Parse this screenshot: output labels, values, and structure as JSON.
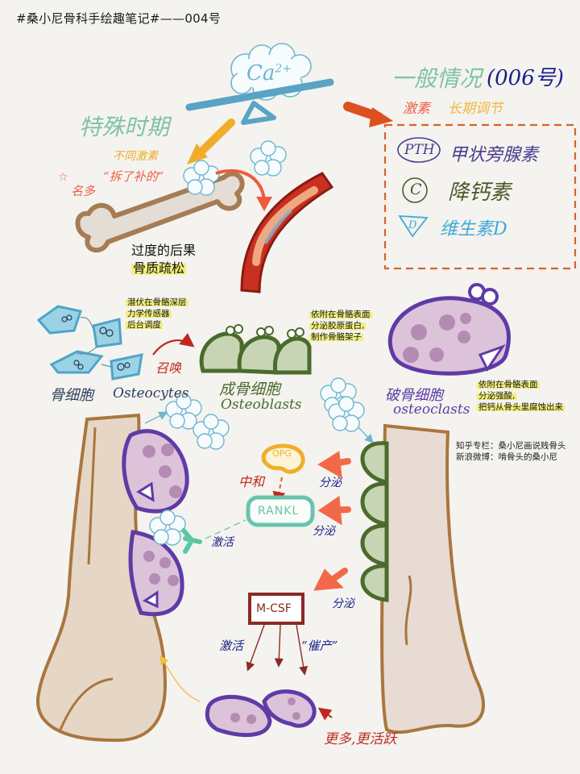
{
  "header": {
    "title": "#桑小尼骨科手绘趣笔记#——004号"
  },
  "balance": {
    "ion_label": "Ca",
    "ion_charge": "2+",
    "colors": {
      "scale": "#5aa3c4",
      "ion_outline": "#6fb6cf"
    }
  },
  "general_case": {
    "heading": "一般情况",
    "ref": "(006号)",
    "sub_hormone": "激素",
    "sub_regulation": "长期调节",
    "hormones": [
      {
        "symbol": "PTH",
        "name": "甲状旁腺素",
        "color": "#4b3c8f"
      },
      {
        "symbol": "C",
        "name": "降钙素",
        "color": "#4f5a2a"
      },
      {
        "symbol": "D",
        "name": "维生素D",
        "color": "#3fa9d8"
      }
    ],
    "box_color": "#d9622b"
  },
  "special_period": {
    "heading": "特殊时期",
    "hormone_note": "不同激素",
    "tear_down": "“拆了补的”",
    "many": "名多",
    "consequence_line1": "过度的后果",
    "consequence_line2": "骨质疏松"
  },
  "osteocytes": {
    "notes": [
      "潜伏在骨骼深层",
      "力学传感器",
      "后台调度"
    ],
    "label_cn": "骨细胞",
    "label_en": "Osteocytes",
    "summon": "召唤"
  },
  "osteoblasts": {
    "notes": [
      "依附在骨骼表面",
      "分泌胶原蛋白,",
      "制作骨骼架子"
    ],
    "label_cn": "成骨细胞",
    "label_en": "Osteoblasts"
  },
  "osteoclasts": {
    "notes": [
      "依附在骨骼表面",
      "分泌强酸,",
      "把钙从骨头里腐蚀出来"
    ],
    "label_cn": "破骨细胞",
    "label_en": "osteoclasts"
  },
  "signaling": {
    "opg": "OPG",
    "rankl": "RANKL",
    "mcsf": "M-CSF",
    "neutralize": "中和",
    "secrete_1": "分泌",
    "secrete_2": "分泌",
    "secrete_3": "分泌",
    "activate_1": "激活",
    "activate_2": "激活",
    "promote": "“催产”",
    "more_active": "更多,更活跃"
  },
  "credits": {
    "zhihu": "知乎专栏：桑小尼画说贱骨头",
    "weibo": "新浪微博：啃骨头的桑小尼"
  }
}
